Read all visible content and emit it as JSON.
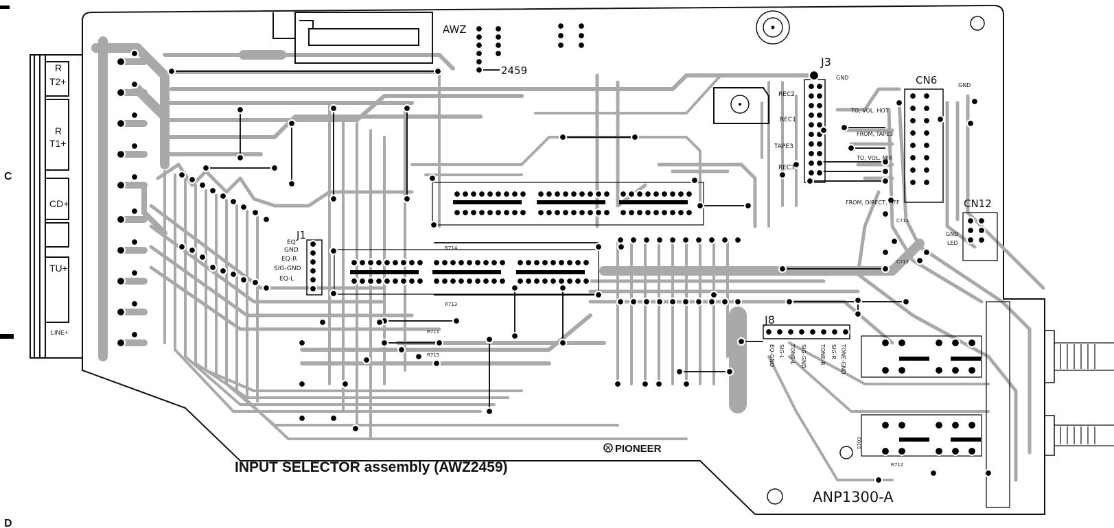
{
  "grid": {
    "row_c": "C",
    "row_d": "D"
  },
  "board": {
    "part_awz": "AWZ",
    "part_num": "2459",
    "title": "INPUT SELECTOR assembly (AWZ2459)",
    "code": "ANP1300-A",
    "brand": "PIONEER"
  },
  "jacks": {
    "r1": "R",
    "t2": "T2+",
    "r2": "R",
    "t1": "T1+",
    "cd": "CD+",
    "tu": "TU+",
    "line": "LINE+"
  },
  "connectors": {
    "j1": "J1",
    "j3": "J3",
    "j8": "J8",
    "cn6": "CN6",
    "cn12": "CN12",
    "j1_pins": [
      "EQ",
      "GND",
      "EQ-R",
      "SIG-GND",
      "EQ-L"
    ],
    "j3_pins": [
      "REC2",
      "REC1",
      "TAPE3",
      "REC3"
    ],
    "j3_gnd": "GND",
    "cn6_gnd": "GND",
    "cn6_labels": [
      "TO, VOL. HOT",
      "FROM, TAPE3",
      "TO, VOL. MIX",
      "FROM, DIRECT, OFF"
    ],
    "cn12_pins": [
      "GND",
      "LED"
    ],
    "j8_pins": [
      "EQ-GND",
      "SIG-L",
      "TONE-L",
      "SIG-GND",
      "TONE-R",
      "SIG-R",
      "TONE-GND"
    ]
  },
  "refs": {
    "r714": "R714",
    "r713": "R713",
    "r711": "R711",
    "r715": "R715",
    "r712": "R712",
    "c711": "C711",
    "c712": "C712",
    "s703": "S703"
  },
  "colors": {
    "trace": "#a9a9a9",
    "pad": "#000000",
    "outline": "#111111",
    "background": "#ffffff"
  }
}
